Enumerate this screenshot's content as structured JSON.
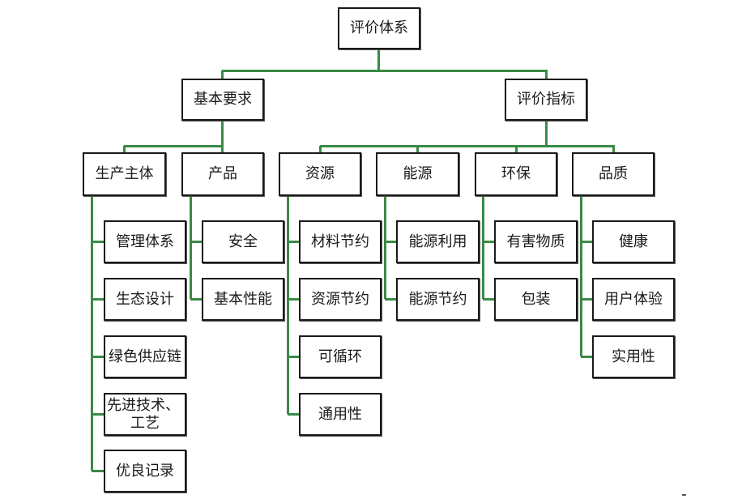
{
  "diagram": {
    "type": "org-tree",
    "line_color": "#3a8a45",
    "root": {
      "label": "评价体系",
      "children": [
        {
          "label": "基本要求",
          "children": [
            {
              "label": "生产主体",
              "children": [
                "管理体系",
                "生态设计",
                "绿色供应链",
                "先进技术、工艺",
                "优良记录"
              ]
            },
            {
              "label": "产品",
              "children": [
                "安全",
                "基本性能"
              ]
            }
          ]
        },
        {
          "label": "评价指标",
          "children": [
            {
              "label": "资源",
              "children": [
                "材料节约",
                "资源节约",
                "可循环",
                "通用性"
              ]
            },
            {
              "label": "能源",
              "children": [
                "能源利用",
                "能源节约"
              ]
            },
            {
              "label": "环保",
              "children": [
                "有害物质",
                "包装"
              ]
            },
            {
              "label": "品质",
              "children": [
                "健康",
                "用户体验",
                "实用性"
              ]
            }
          ]
        }
      ]
    },
    "leaf_multiline": {
      "先进技术、工艺": [
        "先进技术、",
        "工艺"
      ]
    }
  }
}
